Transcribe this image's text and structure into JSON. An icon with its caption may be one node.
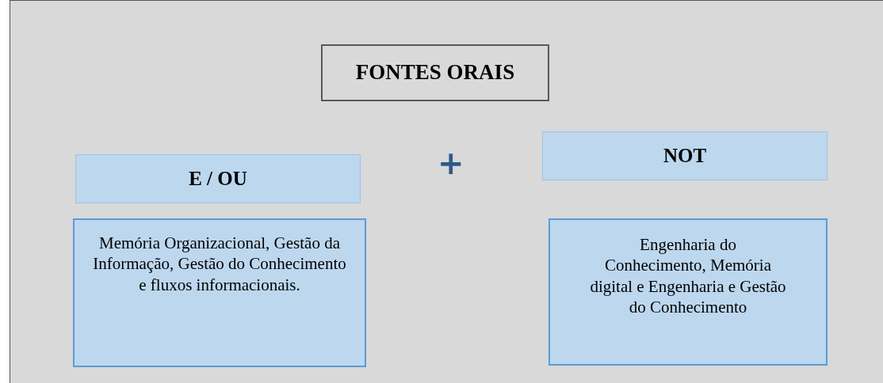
{
  "diagram": {
    "nodes": [
      {
        "text": [
          "FONTES ORAIS"
        ]
      },
      {
        "text": [
          "E / OU"
        ]
      },
      {
        "text": [
          "NOT"
        ]
      },
      {
        "text": [
          "Memória Organizacional, Gestão da Informação, Gestão do Conhecimento e fluxos informacionais."
        ]
      },
      {
        "text": [
          "Engenharia do Conhecimento, Memória digital e Engenharia e Gestão do Conhecimento"
        ]
      }
    ],
    "labels": [
      "+"
    ]
  }
}
